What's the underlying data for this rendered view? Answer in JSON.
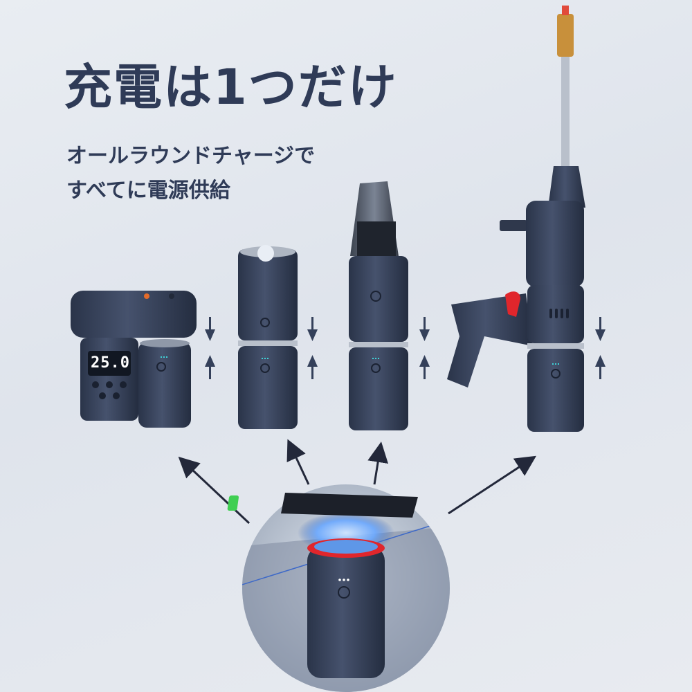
{
  "headline": "充電は1つだけ",
  "subtitle": {
    "line1": "オールラウンドチャージで",
    "line2": "すべてに電源供給"
  },
  "pump": {
    "display_value": "25.0"
  },
  "colors": {
    "text": "#2f3b57",
    "device_body": "#34405a",
    "accent_red": "#e0262c",
    "arrow": "#34405a",
    "charge_glow": "#6aa8ff"
  },
  "icons": [
    "down-arrow-icon",
    "up-arrow-icon",
    "diagonal-arrow-icon",
    "power-button-icon"
  ]
}
